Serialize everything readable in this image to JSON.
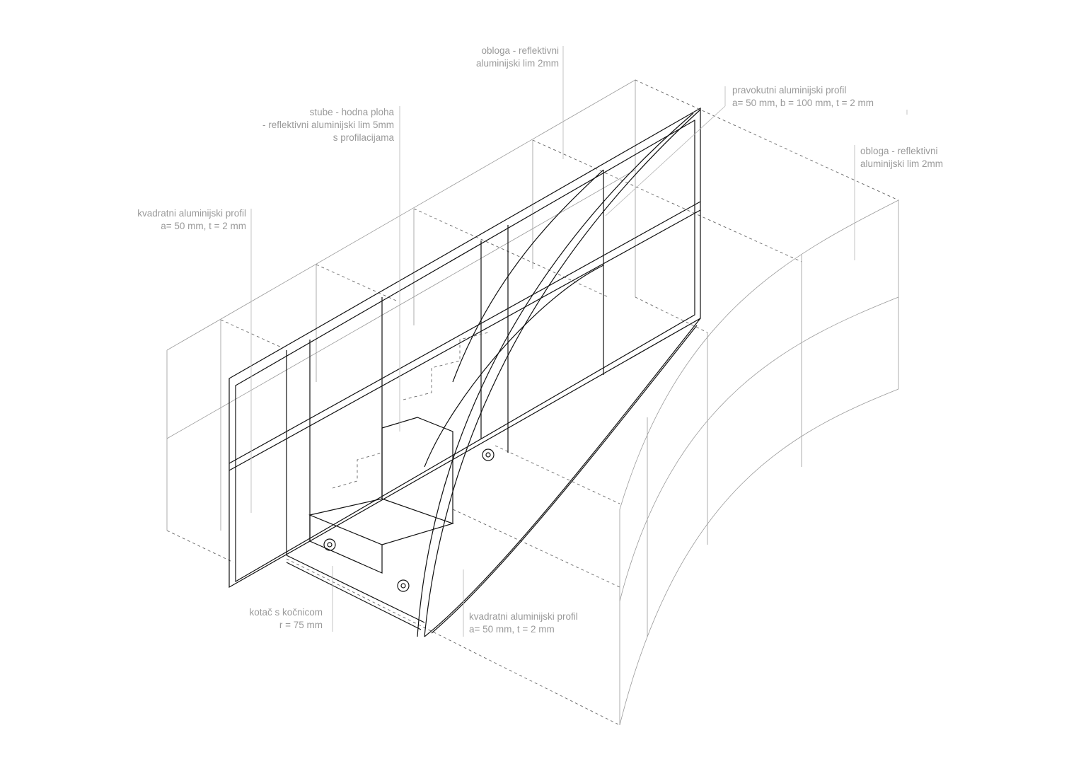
{
  "labels": {
    "cladding_top": [
      "obloga - reflektivni",
      "aluminijski lim 2mm"
    ],
    "rect_profile": [
      "pravokutni aluminijski profil",
      "a= 50 mm, b = 100 mm, t = 2 mm"
    ],
    "stairs_surface": [
      "stube - hodna ploha",
      "- reflektivni aluminijski lim 5mm",
      "s profilacijama"
    ],
    "cladding_right": [
      "obloga - reflektivni",
      "aluminijski lim 2mm"
    ],
    "square_profile_left": [
      "kvadratni aluminijski profil",
      "a= 50 mm, t = 2 mm"
    ],
    "wheel": [
      "kotač s kočnicom",
      "r = 75 mm"
    ],
    "square_profile_bottom": [
      "kvadratni aluminijski profil",
      "a= 50 mm, t = 2 mm"
    ]
  }
}
